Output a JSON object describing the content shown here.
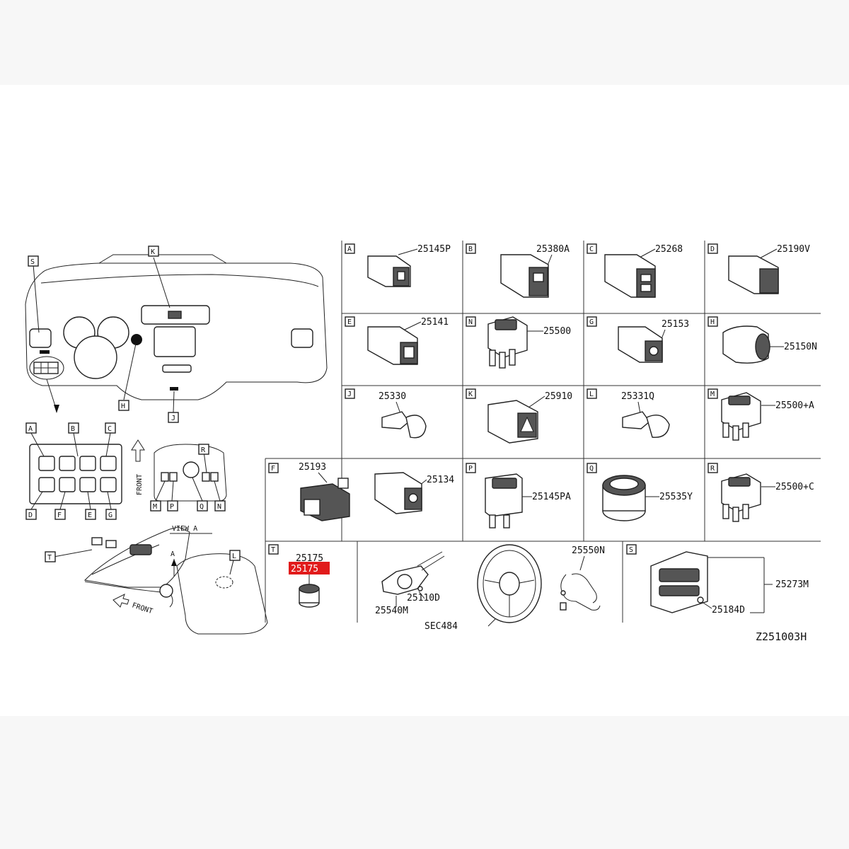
{
  "diagram_code": "Z251003H",
  "dashboard": {
    "callouts": [
      "S",
      "K",
      "H",
      "J"
    ],
    "view_a_label": "VIEW A",
    "front_label_view": "FRONT",
    "switch_panel_top": [
      "A",
      "B",
      "C"
    ],
    "switch_panel_bottom": [
      "D",
      "F",
      "E",
      "G"
    ],
    "console_labels": [
      "M",
      "P",
      "Q",
      "N",
      "R"
    ],
    "lower_console": {
      "t": "T",
      "l": "L",
      "a": "A",
      "front": "FRONT"
    }
  },
  "cells": [
    {
      "letter": "A",
      "parts": [
        "25145P"
      ]
    },
    {
      "letter": "B",
      "parts": [
        "25380A"
      ]
    },
    {
      "letter": "C",
      "parts": [
        "25268"
      ]
    },
    {
      "letter": "D",
      "parts": [
        "25190V"
      ]
    },
    {
      "letter": "E",
      "parts": [
        "25141"
      ]
    },
    {
      "letter": "N",
      "parts": [
        "25500"
      ]
    },
    {
      "letter": "G",
      "parts": [
        "25153"
      ]
    },
    {
      "letter": "H",
      "parts": [
        "25150N"
      ]
    },
    {
      "letter": "J",
      "parts": [
        "25330"
      ]
    },
    {
      "letter": "K",
      "parts": [
        "25910"
      ]
    },
    {
      "letter": "L",
      "parts": [
        "25331Q"
      ]
    },
    {
      "letter": "M",
      "parts": [
        "25500+A"
      ]
    },
    {
      "letter": "F",
      "parts": [
        "25193",
        "25134"
      ]
    },
    {
      "letter": "P",
      "parts": [
        "25145PA"
      ]
    },
    {
      "letter": "Q",
      "parts": [
        "25535Y"
      ]
    },
    {
      "letter": "R",
      "parts": [
        "25500+C"
      ]
    }
  ],
  "bottom_row": {
    "t_letter": "T",
    "t_part": "25175",
    "t_part_highlight": "25175",
    "column_parts": [
      "25110D",
      "25540M"
    ],
    "steering_ref": "SEC484",
    "harness_part": "25550N",
    "s_letter": "S",
    "s_parts": [
      "25273M",
      "25184D"
    ]
  },
  "colors": {
    "highlight": "#e11b1b",
    "line": "#222222"
  }
}
